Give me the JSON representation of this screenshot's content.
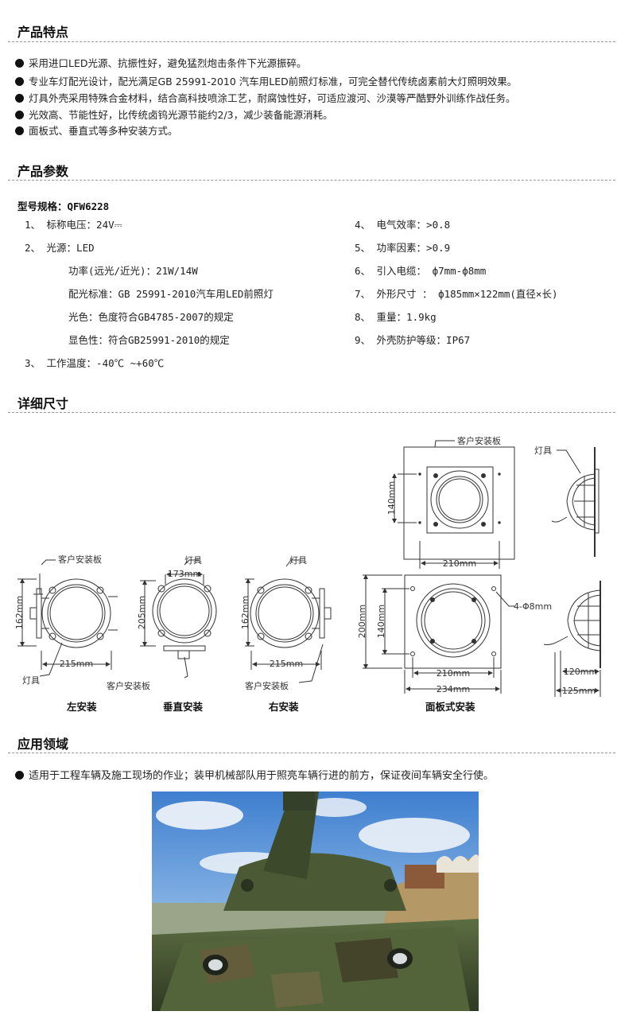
{
  "sections": {
    "features_title": "产品特点",
    "params_title": "产品参数",
    "dims_title": "详细尺寸",
    "app_title": "应用领域"
  },
  "features": [
    "采用进口LED光源、抗振性好，避免猛烈炮击条件下光源振碎。",
    "专业车灯配光设计，配光满足GB 25991-2010 汽车用LED前照灯标准，可完全替代传统卤素前大灯照明效果。",
    "灯具外壳采用特殊合金材料，结合高科技喷涂工艺，耐腐蚀性好，可适应渡河、沙漠等严酷野外训练作战任务。",
    "光效高、节能性好，比传统卤钨光源节能约2/3，减少装备能源消耗。",
    "面板式、垂直式等多种安装方式。"
  ],
  "params": {
    "model": "型号规格：QFW6228",
    "left": [
      "1、 标称电压：24V⎓",
      "2、 光源：LED",
      "功率(远光/近光)：21W/14W",
      "配光标准：GB 25991-2010汽车用LED前照灯",
      "光色：色度符合GB4785-2007的规定",
      "显色性：符合GB25991-2010的规定",
      "3、 工作温度：-40℃ ~+60℃"
    ],
    "right": [
      "4、 电气效率：>0.8",
      "5、 功率因素：>0.9",
      "6、 引入电缆： ф7mm-ф8mm",
      "7、 外形尺寸 ： ф185mm×122mm(直径×长)",
      "8、 重量：1.9kg",
      "9、 外壳防护等级：IP67"
    ]
  },
  "dims": {
    "labels": {
      "plate": "客户安装板",
      "lamp": "灯具",
      "hole": "4-Φ8mm"
    },
    "values": {
      "d140": "140mm",
      "d210": "210mm",
      "d162": "162mm",
      "d215": "215mm",
      "d173": "173mm",
      "d205": "205mm",
      "d200": "200mm",
      "d234": "234mm",
      "d120": "120mm",
      "d125": "125mm"
    },
    "captions": {
      "left": "左安装",
      "vertical": "垂直安装",
      "right": "右安装",
      "panel": "面板式安装"
    }
  },
  "application": {
    "text": "适用于工程车辆及施工现场的作业；装甲机械部队用于照亮车辆行进的前方，保证夜间车辆安全行使。"
  },
  "colors": {
    "line": "#333333",
    "sky": "#5b95d6",
    "camo_green": "#4e5e38"
  }
}
